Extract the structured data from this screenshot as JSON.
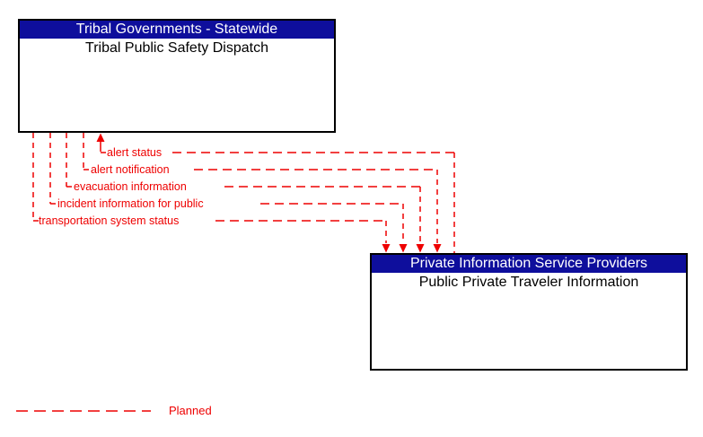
{
  "entities": [
    {
      "header": "Tribal Governments - Statewide",
      "name": "Tribal Public Safety Dispatch"
    },
    {
      "header": "Private Information Service Providers",
      "name": "Public Private Traveler Information"
    }
  ],
  "flows": [
    {
      "label": "alert status",
      "from": "Public Private Traveler Information",
      "to": "Tribal Public Safety Dispatch",
      "status": "planned"
    },
    {
      "label": "alert notification",
      "from": "Tribal Public Safety Dispatch",
      "to": "Public Private Traveler Information",
      "status": "planned"
    },
    {
      "label": "evacuation information",
      "from": "Tribal Public Safety Dispatch",
      "to": "Public Private Traveler Information",
      "status": "planned"
    },
    {
      "label": "incident information for public",
      "from": "Tribal Public Safety Dispatch",
      "to": "Public Private Traveler Information",
      "status": "planned"
    },
    {
      "label": "transportation system status",
      "from": "Tribal Public Safety Dispatch",
      "to": "Public Private Traveler Information",
      "status": "planned"
    }
  ],
  "legend": {
    "items": [
      {
        "label": "Planned",
        "line_style": "dashed"
      }
    ]
  },
  "colors": {
    "entity_header_bg": "#0e0e9c",
    "entity_header_text": "#ffffff",
    "entity_body_text": "#000000",
    "entity_border": "#000000",
    "flow_line": "#ee0000",
    "background": "#ffffff"
  }
}
